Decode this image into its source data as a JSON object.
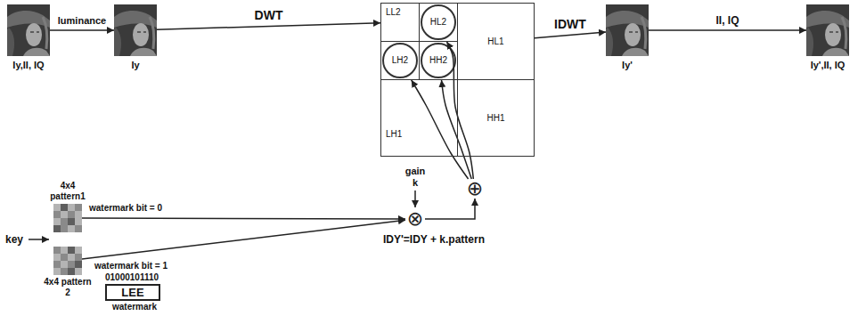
{
  "diagram": {
    "nodes": [
      {
        "text": [
          "Iy,II, IQ"
        ]
      },
      {
        "text": [
          "Iy"
        ]
      },
      {
        "text": [
          "LL2"
        ]
      },
      {
        "text": [
          "HL2"
        ]
      },
      {
        "text": [
          "LH2"
        ]
      },
      {
        "text": [
          "HH2"
        ]
      },
      {
        "text": [
          "HL1"
        ]
      },
      {
        "text": [
          "LH1"
        ]
      },
      {
        "text": [
          "HH1"
        ]
      },
      {
        "text": [
          "Iy'"
        ]
      },
      {
        "text": [
          "Iy',II, IQ"
        ]
      },
      {
        "text": [
          "4x4 pattern1"
        ]
      },
      {
        "text": [
          "4x4 pattern 2"
        ]
      },
      {
        "text": [
          "⊗"
        ]
      },
      {
        "text": [
          "⊕"
        ]
      },
      {
        "text": [
          "LEE"
        ]
      }
    ],
    "edges": [
      {
        "from": 0,
        "to": 1,
        "arrow": "to",
        "label": "luminance"
      },
      {
        "from": 1,
        "to": 2,
        "arrow": "to",
        "label": "DWT"
      },
      {
        "from": 6,
        "to": 9,
        "arrow": "to",
        "label": "IDWT"
      },
      {
        "from": 9,
        "to": 10,
        "arrow": "to",
        "label": "II, IQ"
      },
      {
        "from": 11,
        "to": 13,
        "arrow": "to",
        "label": "watermark bit = 0"
      },
      {
        "from": 12,
        "to": 13,
        "arrow": "to",
        "label": "watermark bit = 1"
      },
      {
        "from": 13,
        "to": 14,
        "arrow": "to"
      },
      {
        "from": 14,
        "to": 4,
        "arrow": "to"
      },
      {
        "from": 14,
        "to": 3,
        "arrow": "to"
      },
      {
        "from": 14,
        "to": 5,
        "arrow": "to"
      }
    ],
    "labels": [
      "key",
      "gain k",
      "IDY'=IDY + k.pattern",
      "01000101110",
      "watermark"
    ]
  }
}
